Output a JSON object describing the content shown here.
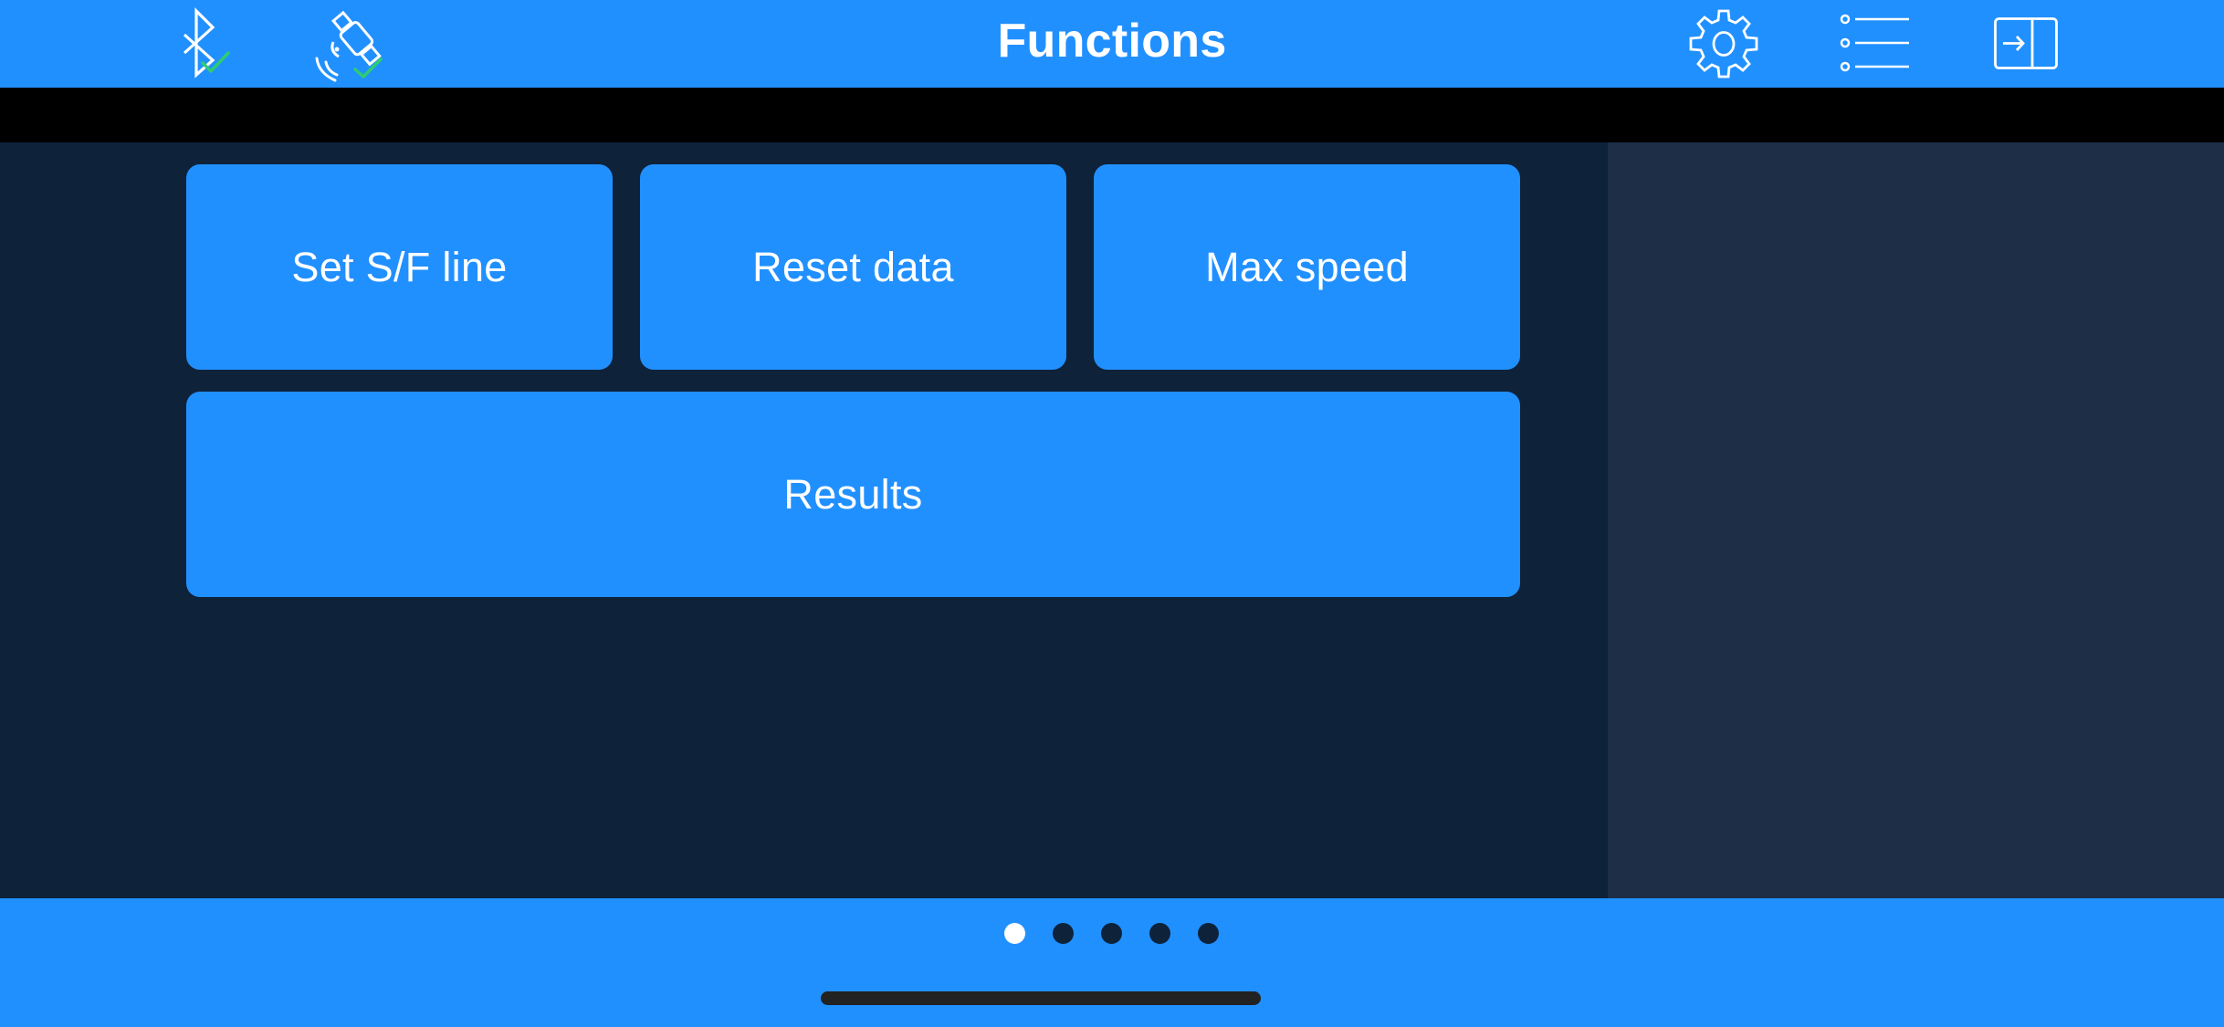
{
  "header": {
    "title": "Functions",
    "left_icons": [
      {
        "name": "bluetooth-connected-icon",
        "status": "connected"
      },
      {
        "name": "gps-satellite-connected-icon",
        "status": "connected"
      }
    ],
    "right_icons": [
      {
        "name": "gear-icon",
        "label": "Settings"
      },
      {
        "name": "list-icon",
        "label": "List"
      },
      {
        "name": "exit-panel-icon",
        "label": "Exit"
      }
    ]
  },
  "functions": {
    "buttons": [
      {
        "label": "Set S/F line"
      },
      {
        "label": "Reset data"
      },
      {
        "label": "Max speed"
      },
      {
        "label": "Results"
      }
    ]
  },
  "pager": {
    "page_count": 5,
    "current_page": 1
  },
  "colors": {
    "accent": "#2190ff",
    "background": "#0e223a",
    "side_panel": "#1e2e47",
    "status_ok": "#2ecc71",
    "text": "#ffffff"
  }
}
